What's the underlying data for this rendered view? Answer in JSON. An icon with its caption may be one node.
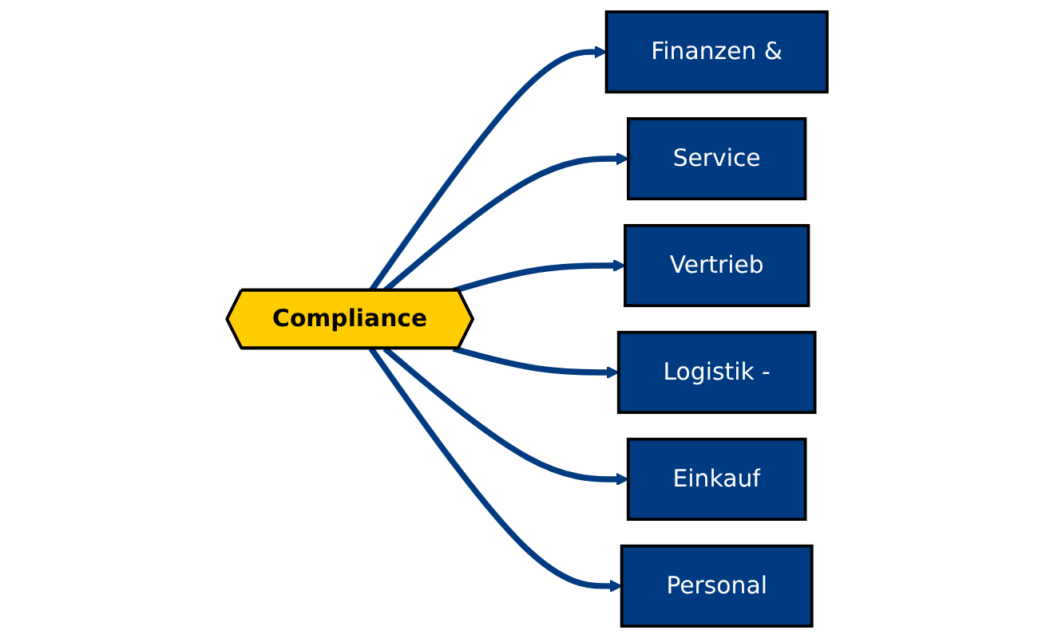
{
  "diagram": {
    "nodes": [
      {
        "text": [
          "Finanzen &"
        ]
      },
      {
        "text": [
          "Service"
        ]
      },
      {
        "text": [
          "Vertrieb"
        ]
      },
      {
        "text": [
          "Compliance"
        ]
      },
      {
        "text": [
          "Logistik -"
        ]
      },
      {
        "text": [
          "Einkauf"
        ]
      },
      {
        "text": [
          "Personal"
        ]
      }
    ],
    "edges": [
      {
        "from": 3,
        "to": 0,
        "arrow": "to"
      },
      {
        "from": 3,
        "to": 1,
        "arrow": "to"
      },
      {
        "from": 3,
        "to": 2,
        "arrow": "to"
      },
      {
        "from": 3,
        "to": 4,
        "arrow": "to"
      },
      {
        "from": 3,
        "to": 5,
        "arrow": "to"
      },
      {
        "from": 3,
        "to": 6,
        "arrow": "to"
      }
    ]
  }
}
